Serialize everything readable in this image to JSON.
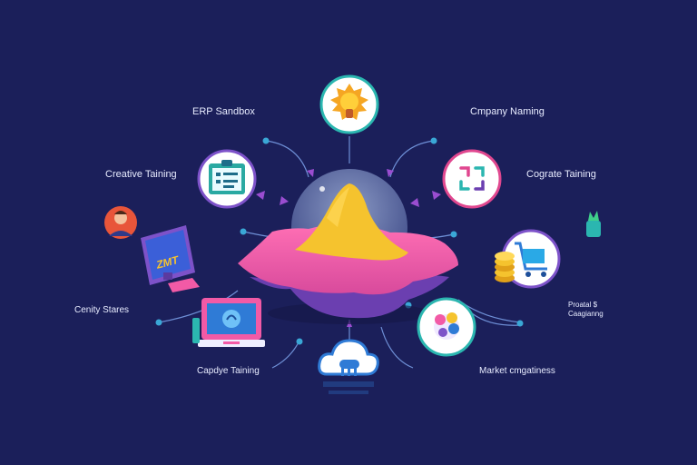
{
  "labels": {
    "erp_sandbox": "ERP Sandbox",
    "company_naming": "Cmpany Naming",
    "creative_training": "Creative Taining",
    "corporate_training": "Cograte Taining",
    "cenity_stares": "Cenity Stares",
    "capdye_training": "Capdye Taining",
    "market_capabilities": "Market cmgatiness",
    "product_line1": "Proatal $",
    "product_line2": "Caagianng",
    "monitor_text": "ZMT"
  },
  "colors": {
    "background": "#1b1f5a",
    "pink": "#f25aa6",
    "purple": "#6b3fb0",
    "yellow": "#f5c32e",
    "teal": "#2bb6b0",
    "connector": "#6e8fd6",
    "dot": "#3aa7d6"
  },
  "icons": [
    "lightbulb-icon",
    "clipboard-icon",
    "puzzle-icon",
    "shopping-cart-icon",
    "coins-icon",
    "color-palette-icon",
    "cloud-icon",
    "monitor-icon",
    "laptop-icon",
    "avatar",
    "plant-icon"
  ]
}
